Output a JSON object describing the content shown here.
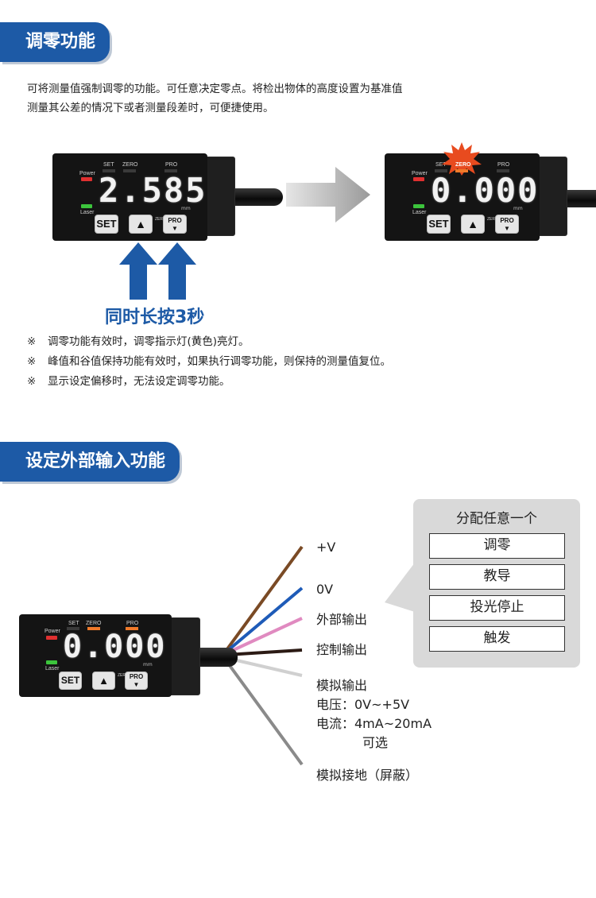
{
  "section1": {
    "heading": "调零功能",
    "intro_lines": [
      "可将测量值强制调零的功能。可任意决定零点。将检出物体的高度设置为基准值",
      "测量其公差的情况下或者测量段差时，可便捷使用。"
    ],
    "hold_instruction": "同时长按3秒",
    "notes": [
      {
        "mark": "※",
        "text": "调零功能有效时，调零指示灯(黄色)亮灯。"
      },
      {
        "mark": "※",
        "text": "峰值和谷值保持功能有效时，如果执行调零功能，则保持的测量值复位。"
      },
      {
        "mark": "※",
        "text": "显示设定偏移时，无法设定调零功能。"
      }
    ]
  },
  "device_labels": {
    "set_indicator": "SET",
    "zero_indicator": "ZERO",
    "pro_indicator": "PRO",
    "power": "Power",
    "laser": "Laser",
    "unit": "mm",
    "set_key": "SET",
    "up_key": "▲",
    "zero_small": "ZERO",
    "pro_key": "PRO",
    "down_key": "▼"
  },
  "device_before": {
    "reading": "2.585"
  },
  "device_after": {
    "reading": "0.000"
  },
  "device_wired": {
    "reading": "0.000"
  },
  "section2": {
    "heading": "设定外部输入功能",
    "wires": [
      {
        "label": "+V",
        "color": "#7a4a25"
      },
      {
        "label": "0V",
        "color": "#1e5bb8"
      },
      {
        "label": "外部输出",
        "color": "#e08ac0"
      },
      {
        "label": "控制输出",
        "color": "#2b1a14"
      },
      {
        "label": "模拟输出",
        "color": "#d0d0d0"
      },
      {
        "label": "模拟接地（屏蔽）",
        "color": "#8a8a8a"
      }
    ],
    "analog_voltage": "电压：0V~+5V",
    "analog_current": "电流：4mA~20mA",
    "analog_selectable": "可选",
    "callout_title": "分配任意一个",
    "options": [
      "调零",
      "教导",
      "投光停止",
      "触发"
    ],
    "colors": {
      "accent": "#1d5aa6",
      "callout_bg": "#d9d9d9"
    }
  }
}
